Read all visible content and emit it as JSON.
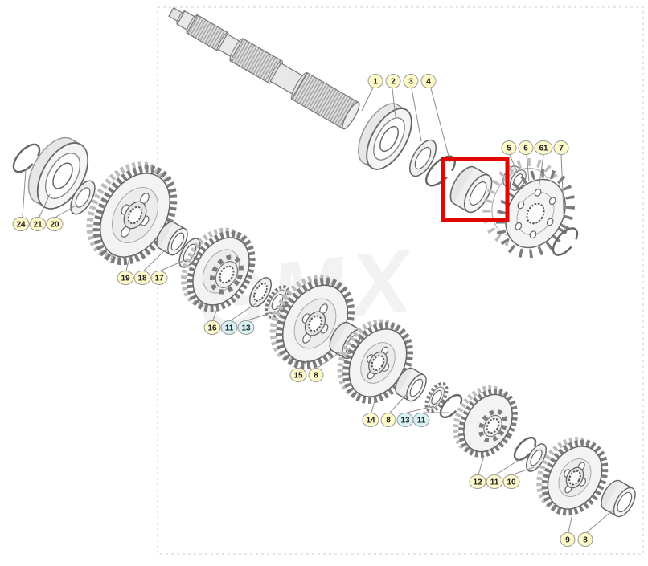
{
  "watermark_text": "GMX",
  "highlight_color": "#e10600",
  "callout_tones": {
    "yellow": "#fdf9c8",
    "cyan": "#d6f0f4"
  },
  "callouts": [
    {
      "label": "1",
      "color": "#fdf9c8"
    },
    {
      "label": "2",
      "color": "#fdf9c8"
    },
    {
      "label": "3",
      "color": "#fdf9c8"
    },
    {
      "label": "4",
      "color": "#fdf9c8"
    },
    {
      "label": "5",
      "color": "#fdf9c8"
    },
    {
      "label": "6",
      "color": "#fdf9c8"
    },
    {
      "label": "61",
      "color": "#fdf9c8"
    },
    {
      "label": "7",
      "color": "#fdf9c8"
    },
    {
      "label": "24",
      "color": "#fdf9c8"
    },
    {
      "label": "21",
      "color": "#fdf9c8"
    },
    {
      "label": "20",
      "color": "#fdf9c8"
    },
    {
      "label": "19",
      "color": "#fdf9c8"
    },
    {
      "label": "18",
      "color": "#fdf9c8"
    },
    {
      "label": "17",
      "color": "#fdf9c8"
    },
    {
      "label": "16",
      "color": "#fdf9c8"
    },
    {
      "label": "11",
      "color": "#d6f0f4"
    },
    {
      "label": "13",
      "color": "#d6f0f4"
    },
    {
      "label": "15",
      "color": "#fdf9c8"
    },
    {
      "label": "8",
      "color": "#fdf9c8"
    },
    {
      "label": "14",
      "color": "#fdf9c8"
    },
    {
      "label": "8",
      "color": "#fdf9c8"
    },
    {
      "label": "13",
      "color": "#d6f0f4"
    },
    {
      "label": "11",
      "color": "#d6f0f4"
    },
    {
      "label": "12",
      "color": "#fdf9c8"
    },
    {
      "label": "11",
      "color": "#fdf9c8"
    },
    {
      "label": "10",
      "color": "#fdf9c8"
    },
    {
      "label": "9",
      "color": "#fdf9c8"
    },
    {
      "label": "8",
      "color": "#fdf9c8"
    }
  ]
}
